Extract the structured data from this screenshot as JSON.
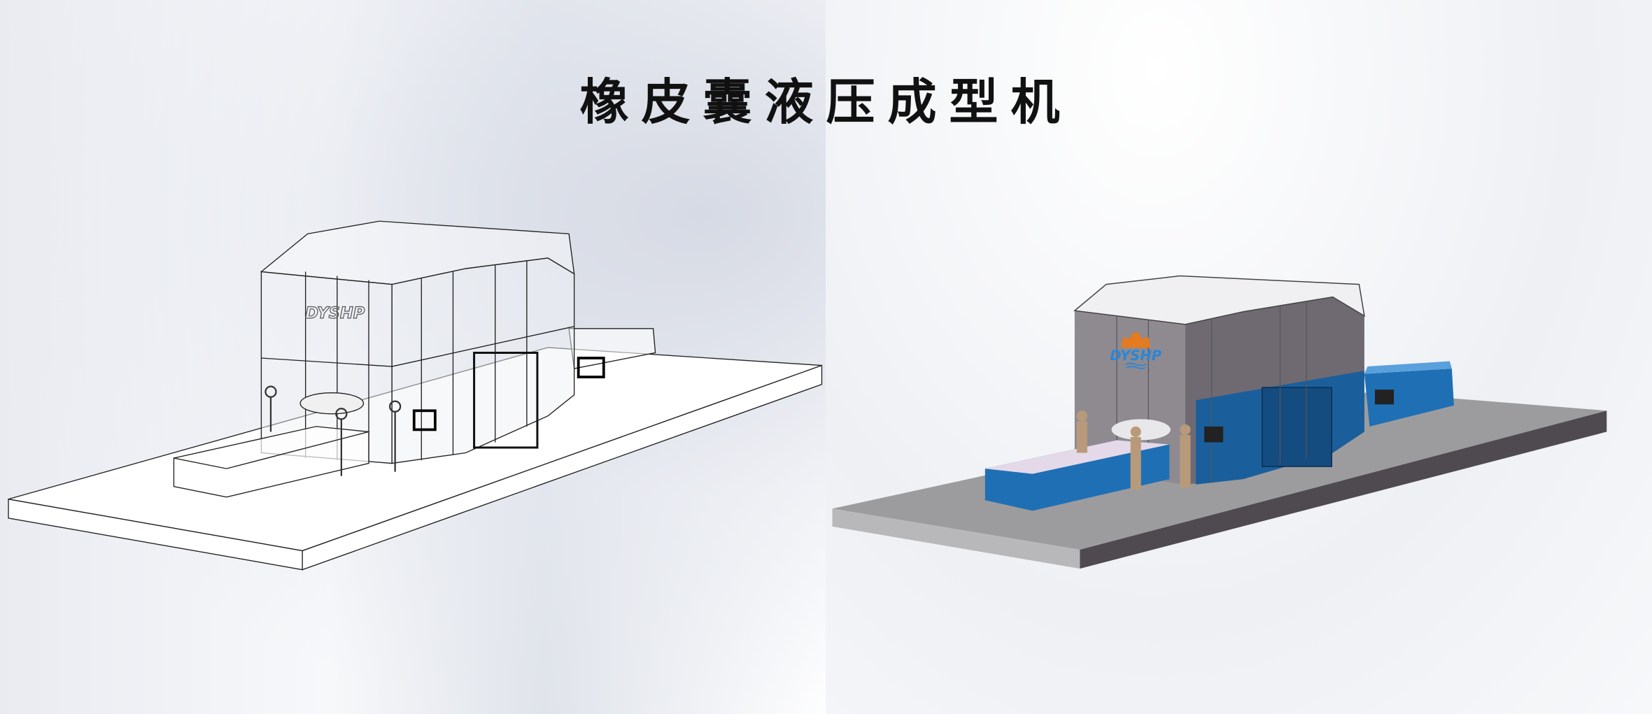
{
  "title": "橡皮囊液压成型机",
  "logo_text": "DYSHP",
  "views": [
    {
      "name": "wireframe-view"
    },
    {
      "name": "shaded-view"
    }
  ],
  "colors": {
    "machine_blue": "#1f6fb5",
    "wall_gray": "#8e8a90",
    "slab_gray": "#9a9a9c",
    "logo_orange": "#e67a1e",
    "logo_blue": "#2a86d6"
  }
}
